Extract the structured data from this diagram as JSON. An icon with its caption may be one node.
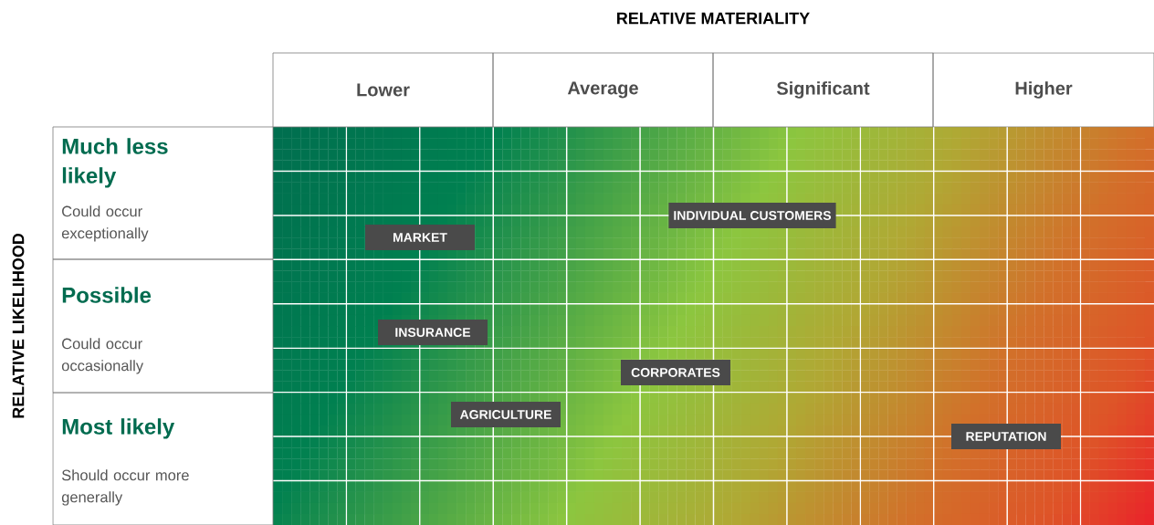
{
  "diagram": {
    "nodes": [
      {
        "text": [
          "Lower"
        ]
      },
      {
        "text": [
          "Average"
        ]
      },
      {
        "text": [
          "Significant"
        ]
      },
      {
        "text": [
          "Higher"
        ]
      },
      {
        "text": [
          "Much less likely",
          "Could occur exceptionally"
        ]
      },
      {
        "text": [
          "Possible",
          "Could occur occasionally"
        ]
      },
      {
        "text": [
          "Most likely",
          "Should occur more generally"
        ]
      },
      {
        "text": [
          "MARKET"
        ]
      },
      {
        "text": [
          "INDIVIDUAL CUSTOMERS"
        ]
      },
      {
        "text": [
          "INSURANCE"
        ]
      },
      {
        "text": [
          "CORPORATES"
        ]
      },
      {
        "text": [
          "AGRICULTURE"
        ]
      },
      {
        "text": [
          "REPUTATION"
        ]
      }
    ],
    "labels": [
      "RELATIVE MATERIALITY",
      "RELATIVE LIKELIHOOD"
    ]
  }
}
